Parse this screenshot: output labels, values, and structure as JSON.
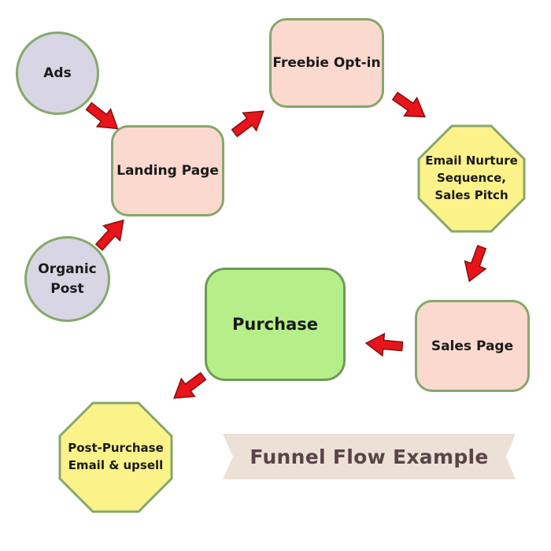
{
  "nodes": {
    "ads": "Ads",
    "organic_post": "Organic Post",
    "landing_page": "Landing Page",
    "freebie_optin": "Freebie Opt-in",
    "email_nurture": "Email Nurture Sequence, Sales Pitch",
    "sales_page": "Sales Page",
    "purchase": "Purchase",
    "post_purchase": "Post-Purchase Email & upsell"
  },
  "banner": {
    "title": "Funnel Flow Example"
  },
  "colors": {
    "circle_fill": "#d8d6e4",
    "rounded_fill": "#fcd9cf",
    "purchase_fill": "#b6ef8a",
    "octagon_fill": "#fcf28a",
    "border": "#86a86a",
    "arrow": "#e8141a",
    "banner_bg": "#ece1d6",
    "banner_text": "#5a4448"
  }
}
